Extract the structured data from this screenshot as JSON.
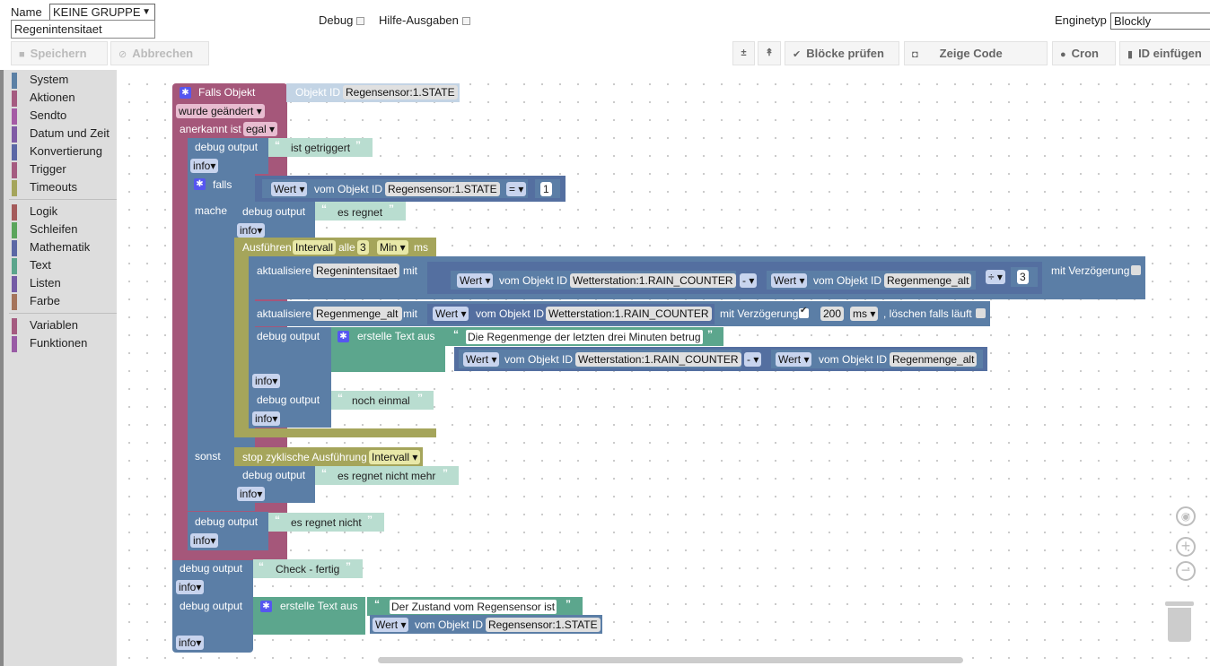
{
  "header": {
    "name_label": "Name",
    "group_value": "KEINE GRUPPE",
    "script_name": "Regenintensitaet",
    "debug_label": "Debug",
    "hilfe_label": "Hilfe-Ausgaben",
    "enginetyp_label": "Enginetyp",
    "engine_value": "Blockly"
  },
  "toolbar": {
    "save": "Speichern",
    "cancel": "Abbrechen",
    "export": "±",
    "import": "↟",
    "check": "Blöcke prüfen",
    "code": "Zeige Code",
    "cron": "Cron",
    "id": "ID einfügen"
  },
  "toolbox": {
    "group1": [
      {
        "label": "System",
        "color": "#5b80a5"
      },
      {
        "label": "Aktionen",
        "color": "#a55b80"
      },
      {
        "label": "Sendto",
        "color": "#a55ba5"
      },
      {
        "label": "Datum und Zeit",
        "color": "#805ba5"
      },
      {
        "label": "Konvertierung",
        "color": "#5b67a5"
      },
      {
        "label": "Trigger",
        "color": "#a55b80"
      },
      {
        "label": "Timeouts",
        "color": "#a5a55b"
      }
    ],
    "group2": [
      {
        "label": "Logik",
        "color": "#a55b5b"
      },
      {
        "label": "Schleifen",
        "color": "#5ba55b"
      },
      {
        "label": "Mathematik",
        "color": "#5b67a5"
      },
      {
        "label": "Text",
        "color": "#5ba58c"
      },
      {
        "label": "Listen",
        "color": "#745ba5"
      },
      {
        "label": "Farbe",
        "color": "#a5745b"
      }
    ],
    "group3": [
      {
        "label": "Variablen",
        "color": "#a55b80"
      },
      {
        "label": "Funktionen",
        "color": "#995ba5"
      }
    ]
  },
  "blocks": {
    "falls_objekt": "Falls Objekt",
    "objekt_id": "Objekt ID",
    "wurde_geaendert": "wurde geändert",
    "anerkannt_ist": "anerkannt ist",
    "egal": "egal",
    "debug_output": "debug output",
    "info": "info",
    "ist_getriggert": "ist getriggert",
    "falls": "falls",
    "mache": "mache",
    "sonst": "sonst",
    "wert": "Wert",
    "vom_objekt_id": "vom Objekt ID",
    "regensensor_state": "Regensensor:1.STATE",
    "eq": "=",
    "one": "1",
    "es_regnet": "es regnet",
    "ausfuehren": "Ausführen",
    "intervall": "Intervall",
    "alle": "alle",
    "three": "3",
    "min": "Min",
    "ms": "ms",
    "aktualisiere": "aktualisiere",
    "regenintensitaet": "Regenintensitaet",
    "mit": "mit",
    "rain_counter": "Wetterstation:1.RAIN_COUNTER",
    "minus": "-",
    "regenmenge_alt": "Regenmenge_alt",
    "divide": "÷",
    "mit_verzoegerung": "mit Verzögerung",
    "regenmenge_alt_trunc": "Regenmenge_alt",
    "delay_200": "200",
    "ms_unit": "ms",
    "loeschen": ", löschen falls läuft",
    "erstelle_text_aus": "erstelle Text aus",
    "text_regenmenge": "Die Regenmenge der letzten drei Minuten betrug",
    "noch_einmal": "noch einmal",
    "stop_zyklisch": "stop zyklische Ausführung",
    "es_regnet_nicht_mehr": "es regnet nicht mehr",
    "es_regnet_nicht": "es regnet nicht",
    "check_fertig": "Check - fertig",
    "text_zustand": "Der Zustand vom Regensensor ist"
  },
  "colors": {
    "event": "#a5577a",
    "function": "#5b7ea6",
    "text": "#5ca68d",
    "timeout": "#a5a55b"
  }
}
